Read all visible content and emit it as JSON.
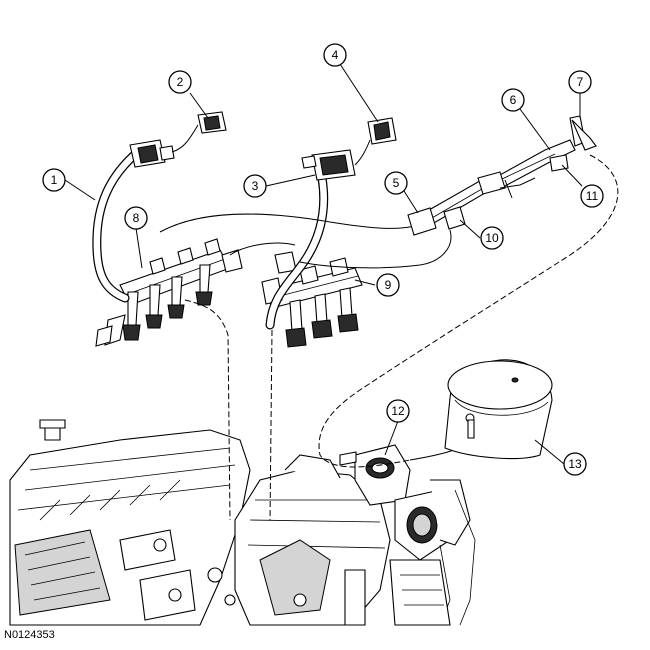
{
  "figure_id": "N0124353",
  "callouts": [
    {
      "label": "1"
    },
    {
      "label": "2"
    },
    {
      "label": "3"
    },
    {
      "label": "4"
    },
    {
      "label": "5"
    },
    {
      "label": "6"
    },
    {
      "label": "7"
    },
    {
      "label": "8"
    },
    {
      "label": "9"
    },
    {
      "label": "10"
    },
    {
      "label": "11"
    },
    {
      "label": "12"
    },
    {
      "label": "13"
    }
  ]
}
